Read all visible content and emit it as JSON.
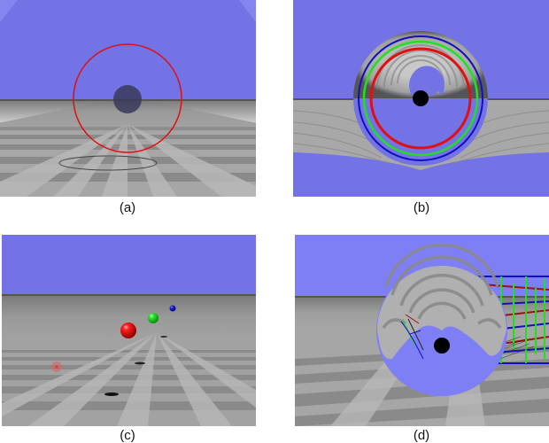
{
  "figure": {
    "panels": [
      {
        "id": "a",
        "caption": "(a)",
        "description": "Dark translucent sphere at horizon with red ring and shadow ellipse on checkered floor"
      },
      {
        "id": "b",
        "caption": "(b)",
        "description": "Spherical mirror view with concentric blue, green, red rings and black center dot"
      },
      {
        "id": "c",
        "caption": "(c)",
        "description": "Red, green, blue spheres above checkered floor with faded red sphere and shadows"
      },
      {
        "id": "d",
        "caption": "(d)",
        "description": "Reflective sphere with distorted checker reflection next to colored wireframe box"
      }
    ],
    "colors": {
      "sky": "#7373e6",
      "sky_light": "#7f7ff5",
      "floor_light": "#b4b4b4",
      "floor_dark": "#8c8c8c",
      "red": "#e01010",
      "green": "#20e020",
      "blue": "#1010c0",
      "dark_sphere": "#3a3a5a"
    }
  }
}
